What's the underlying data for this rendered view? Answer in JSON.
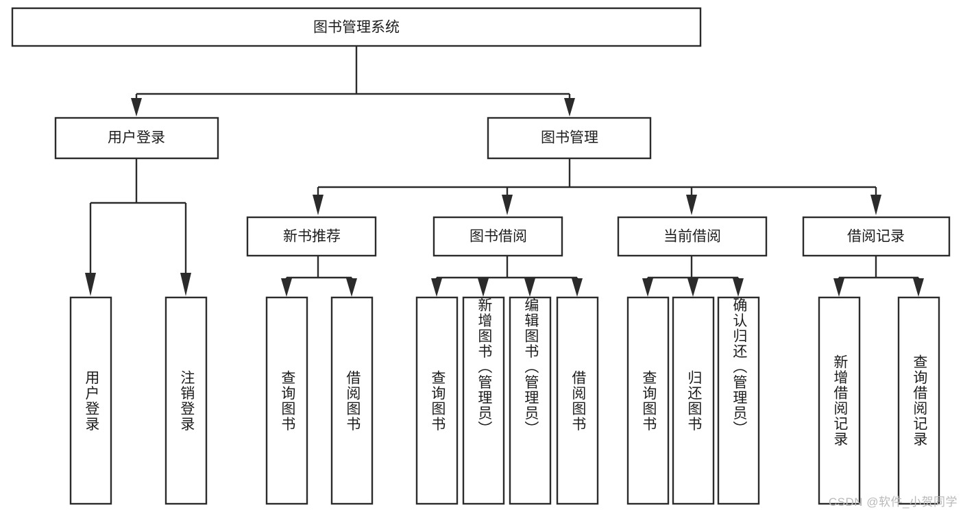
{
  "diagram": {
    "title_node": {
      "label": "图书管理系统"
    },
    "level2": [
      {
        "id": "user-login",
        "label": "用户登录"
      },
      {
        "id": "book-management",
        "label": "图书管理"
      }
    ],
    "level3": [
      {
        "id": "new-book-recommend",
        "label": "新书推荐"
      },
      {
        "id": "book-borrow",
        "label": "图书借阅"
      },
      {
        "id": "current-borrow",
        "label": "当前借阅"
      },
      {
        "id": "borrow-record",
        "label": "借阅记录"
      }
    ],
    "leaves": {
      "user_login": [
        {
          "id": "leaf-user-login",
          "label": "用户登录"
        },
        {
          "id": "leaf-logout-login",
          "label": "注销登录"
        }
      ],
      "new_book_recommend": [
        {
          "id": "leaf-query-book-1",
          "label": "查询图书"
        },
        {
          "id": "leaf-borrow-book-1",
          "label": "借阅图书"
        }
      ],
      "book_borrow": [
        {
          "id": "leaf-query-book-2",
          "label": "查询图书"
        },
        {
          "id": "leaf-add-book",
          "label": "新增图书（管理员）"
        },
        {
          "id": "leaf-edit-book",
          "label": "编辑图书（管理员）"
        },
        {
          "id": "leaf-borrow-book-2",
          "label": "借阅图书"
        }
      ],
      "current_borrow": [
        {
          "id": "leaf-query-book-3",
          "label": "查询图书"
        },
        {
          "id": "leaf-return-book",
          "label": "归还图书"
        },
        {
          "id": "leaf-confirm-return",
          "label": "确认归还（管理员）"
        }
      ],
      "borrow_record": [
        {
          "id": "leaf-add-borrow-record",
          "label": "新增借阅记录"
        },
        {
          "id": "leaf-query-borrow-record",
          "label": "查询借阅记录"
        }
      ]
    },
    "watermark": "CSDN @软件_小贺同学",
    "colors": {
      "stroke": "#2b2b2b",
      "fill": "#ffffff",
      "text": "#1d1d1d",
      "watermark": "#b9b9b9",
      "background": "#ffffff"
    }
  }
}
